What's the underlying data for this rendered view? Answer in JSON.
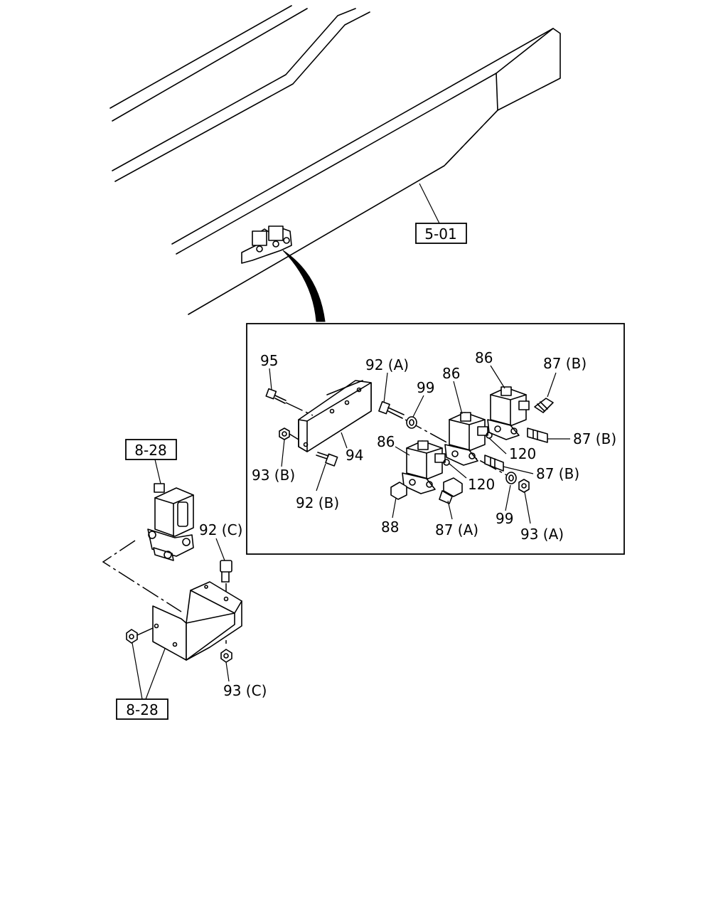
{
  "refs": {
    "r501": "5-01",
    "r828_top": "8-28",
    "r828_bottom": "8-28"
  },
  "labels": {
    "l95": "95",
    "l92a": "92 (A)",
    "l99a": "99",
    "l86a": "86",
    "l86b": "86",
    "l87b1": "87 (B)",
    "l87b2": "87 (B)",
    "l87b3": "87 (B)",
    "l120a": "120",
    "l120b": "120",
    "l94": "94",
    "l93b": "93 (B)",
    "l92b": "92 (B)",
    "l86c": "86",
    "l88": "88",
    "l87a": "87 (A)",
    "l99b": "99",
    "l93a": "93 (A)",
    "l92c": "92 (C)",
    "l93c": "93 (C)"
  }
}
